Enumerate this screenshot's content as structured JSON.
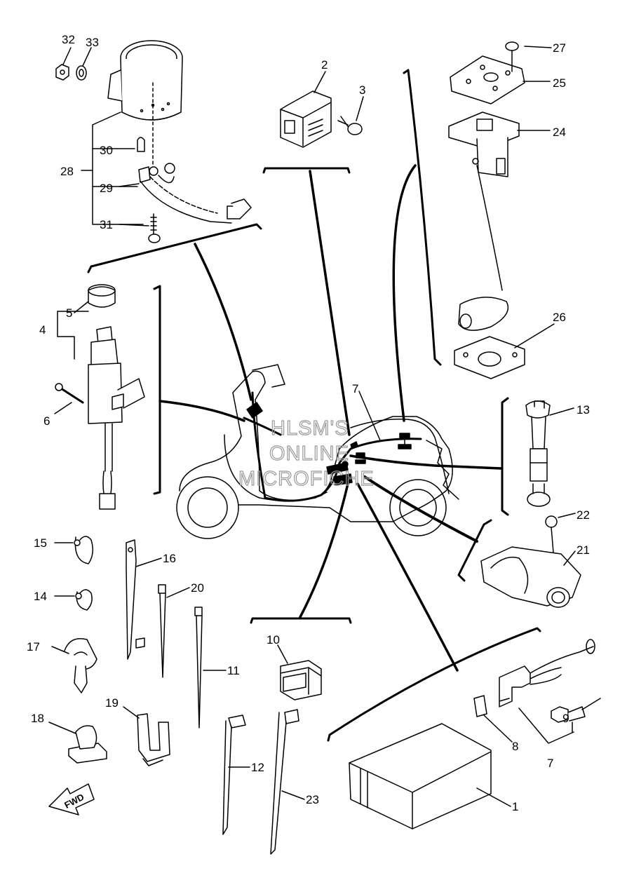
{
  "diagram": {
    "callouts": {
      "p1": "1",
      "p2": "2",
      "p3": "3",
      "p4": "4",
      "p5": "5",
      "p6": "6",
      "p7a": "7",
      "p7b": "7",
      "p8": "8",
      "p9": "9",
      "p10": "10",
      "p11": "11",
      "p12": "12",
      "p13": "13",
      "p14": "14",
      "p15": "15",
      "p16": "16",
      "p17": "17",
      "p18": "18",
      "p19": "19",
      "p20": "20",
      "p21": "21",
      "p22": "22",
      "p23": "23",
      "p24": "24",
      "p25": "25",
      "p26": "26",
      "p27": "27",
      "p28": "28",
      "p29": "29",
      "p30": "30",
      "p31": "31",
      "p32": "32",
      "p33": "33"
    },
    "watermark": [
      "HLSM'S",
      "ONLINE",
      "MICROFICHE"
    ],
    "direction_arrow": "FWD",
    "colors": {
      "line": "#000000",
      "fill": "#ffffff",
      "watermark": "#9a9a9a"
    }
  }
}
